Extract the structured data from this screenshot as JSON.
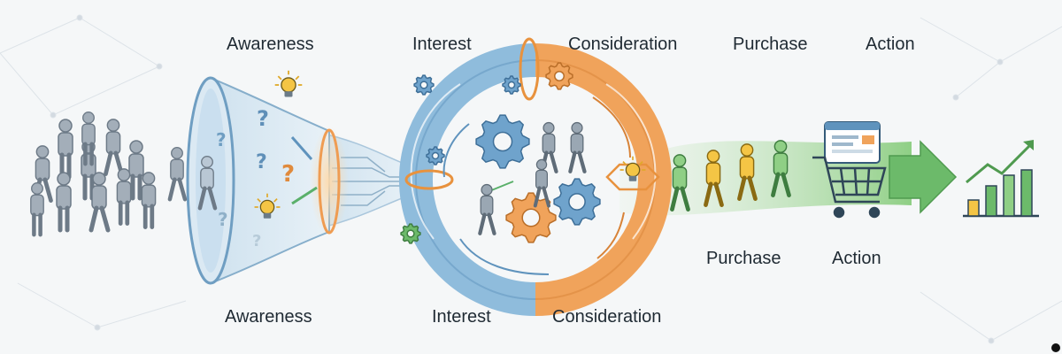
{
  "stages_top": [
    {
      "label": "Awareness"
    },
    {
      "label": "Interest"
    },
    {
      "label": "Consideration"
    },
    {
      "label": "Purchase"
    },
    {
      "label": "Action"
    }
  ],
  "stages_bottom": [
    {
      "label": "Awareness"
    },
    {
      "label": "Interest"
    },
    {
      "label": "Consideration"
    }
  ],
  "stages_right": [
    {
      "label": "Purchase"
    },
    {
      "label": "Action"
    }
  ],
  "funnel_marks": {
    "question": "?"
  },
  "colors": {
    "background": "#f5f7f8",
    "funnel_blue": "#9fc3dd",
    "loop_blue": "#6fa3cc",
    "loop_orange": "#ee9a4e",
    "green": "#6cba6a",
    "crowd_gray": "#8a96a3",
    "bulb_yellow": "#f4c545",
    "text": "#1f2a33"
  },
  "icons": [
    "lightbulb-icon",
    "question-mark-icon",
    "gear-icon",
    "person-icon",
    "shopping-cart-icon",
    "browser-window-icon",
    "arrow-right-icon",
    "bar-chart-growth-icon"
  ]
}
